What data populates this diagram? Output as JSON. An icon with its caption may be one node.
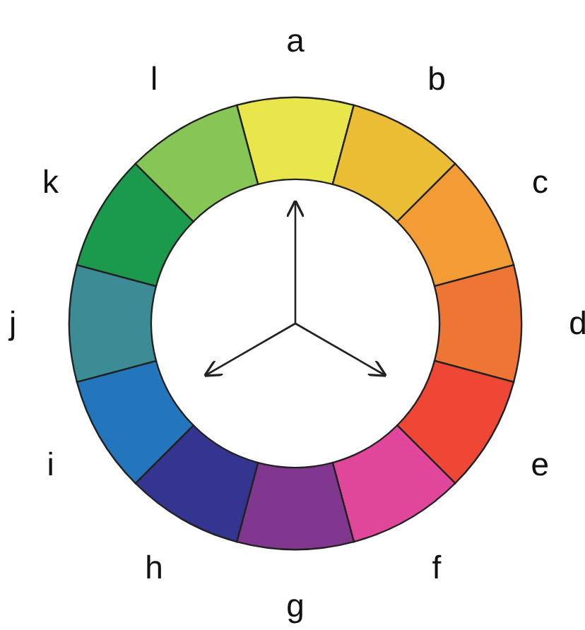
{
  "diagram": {
    "nodes": [
      {
        "text": [],
        "shape": "box",
        "beside": [
          "a"
        ]
      },
      {
        "text": [],
        "shape": "box",
        "beside": [
          "b"
        ]
      },
      {
        "text": [],
        "shape": "box",
        "beside": [
          "c"
        ]
      },
      {
        "text": [],
        "shape": "box",
        "beside": [
          "d"
        ]
      },
      {
        "text": [],
        "shape": "box",
        "beside": [
          "e"
        ]
      },
      {
        "text": [],
        "shape": "box",
        "beside": [
          "f"
        ]
      },
      {
        "text": [],
        "shape": "box",
        "beside": [
          "g"
        ]
      },
      {
        "text": [],
        "shape": "box",
        "beside": [
          "h"
        ]
      },
      {
        "text": [],
        "shape": "box",
        "beside": [
          "i"
        ]
      },
      {
        "text": [],
        "shape": "box",
        "beside": [
          "j"
        ]
      },
      {
        "text": [],
        "shape": "box",
        "beside": [
          "k"
        ]
      },
      {
        "text": [],
        "shape": "box",
        "beside": [
          "l"
        ]
      }
    ]
  }
}
